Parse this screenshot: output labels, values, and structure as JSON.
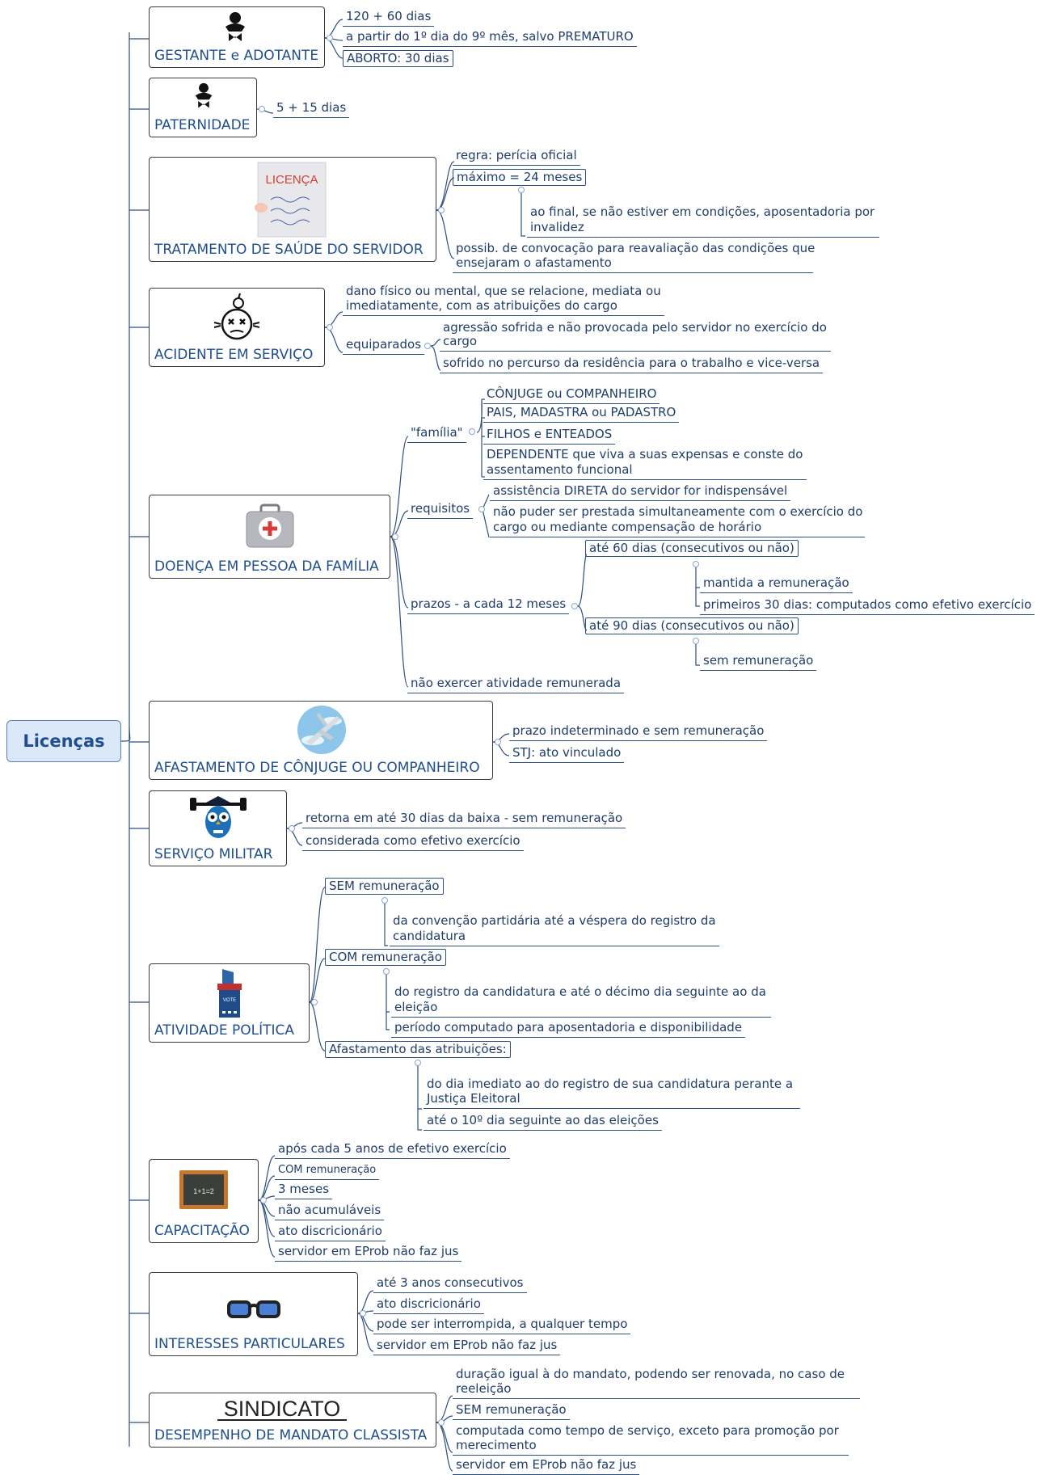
{
  "root": "Licenças",
  "topics": {
    "gestante": "GESTANTE e ADOTANTE",
    "paternidade": "PATERNIDADE",
    "tratamento": "TRATAMENTO DE SAÚDE DO SERVIDOR",
    "acidente": "ACIDENTE EM SERVIÇO",
    "doenca": "DOENÇA EM PESSOA DA FAMÍLIA",
    "conjuge": "AFASTAMENTO DE CÔNJUGE OU COMPANHEIRO",
    "militar": "SERVIÇO MILITAR",
    "politica": "ATIVIDADE POLÍTICA",
    "capacitacao": "CAPACITAÇÃO",
    "interesses": "INTERESSES PARTICULARES",
    "mandato": "DESEMPENHO DE MANDATO CLASSISTA"
  },
  "images": {
    "licenca_text": "LICENÇA",
    "sindicato_text": "SINDICATO",
    "vote_text": "VOTE",
    "board_text": "1+1=2"
  },
  "gestante": [
    "120 + 60 dias",
    "a partir do 1º dia do 9º mês, salvo PREMATURO",
    "ABORTO: 30 dias"
  ],
  "paternidade": [
    "5 + 15 dias"
  ],
  "tratamento": {
    "regra": "regra: perícia oficial",
    "maximo": "máximo = 24 meses",
    "ao_final_1": "ao final, se não estiver em condições, aposentadoria por",
    "ao_final_2": "invalidez",
    "possib_1": "possib. de convocação para reavaliação das condições que",
    "possib_2": "ensejaram o afastamento"
  },
  "acidente": {
    "dano_1": "dano físico ou mental, que se relacione, mediata ou",
    "dano_2": "imediatamente, com as atribuições do cargo",
    "equiparados": "equiparados",
    "agressao_1": "agressão sofrida e não provocada pelo servidor no exercício do",
    "agressao_2": "cargo",
    "percurso": "sofrido no percurso da residência para o trabalho e vice-versa"
  },
  "doenca": {
    "familia": "\"família\"",
    "familia_items": [
      "CÔNJUGE ou COMPANHEIRO",
      "PAIS, MADASTRA ou PADASTRO",
      "FILHOS e ENTEADOS"
    ],
    "dependente_1": "DEPENDENTE que viva a suas expensas e conste do",
    "dependente_2": "assentamento funcional",
    "requisitos": "requisitos",
    "req_1": "assistência DIRETA do servidor for indispensável",
    "req_2a": "não puder ser prestada simultaneamente com o exercício do",
    "req_2b": "cargo ou mediante compensação de horário",
    "prazos": "prazos - a cada 12 meses",
    "ate60": "até 60 dias (consecutivos ou não)",
    "mantida": "mantida a remuneração",
    "primeiros": "primeiros 30 dias: computados como efetivo exercício",
    "ate90": "até 90 dias (consecutivos ou não)",
    "sem_rem": "sem remuneração",
    "nao_exercer": "não exercer atividade remunerada"
  },
  "conjuge": [
    "prazo indeterminado e sem remuneração",
    "STJ: ato vinculado"
  ],
  "militar": [
    "retorna em até 30 dias da baixa - sem remuneração",
    "considerada como efetivo exercício"
  ],
  "politica": {
    "sem": "SEM remuneração",
    "sem_1": "da convenção partidária até a véspera do registro da",
    "sem_2": "candidatura",
    "com": "COM remuneração",
    "com_1": "do registro da candidatura e até o décimo dia seguinte ao da",
    "com_2": "eleição",
    "com_3": "período computado para aposentadoria e disponibilidade",
    "afast": "Afastamento das atribuições:",
    "afast_1": "do dia imediato ao do registro de sua candidatura perante a",
    "afast_2": "Justiça Eleitoral",
    "afast_3": "até o 10º dia seguinte ao das eleições"
  },
  "capacitacao": [
    "após cada 5 anos de efetivo exercício",
    "COM remuneração",
    "3 meses",
    "não acumuláveis",
    "ato discricionário",
    "servidor em EProb não faz jus"
  ],
  "interesses": [
    "até 3 anos consecutivos",
    "ato discricionário",
    "pode ser interrompida, a qualquer tempo",
    "servidor em EProb não faz jus"
  ],
  "mandato": {
    "duracao_1": "duração igual à do mandato, podendo ser renovada, no caso de",
    "duracao_2": "reeleição",
    "sem": "SEM remuneração",
    "computada_1": "computada como tempo de serviço, exceto para promoção por",
    "computada_2": "merecimento",
    "eprob": "servidor em EProb não faz jus"
  }
}
